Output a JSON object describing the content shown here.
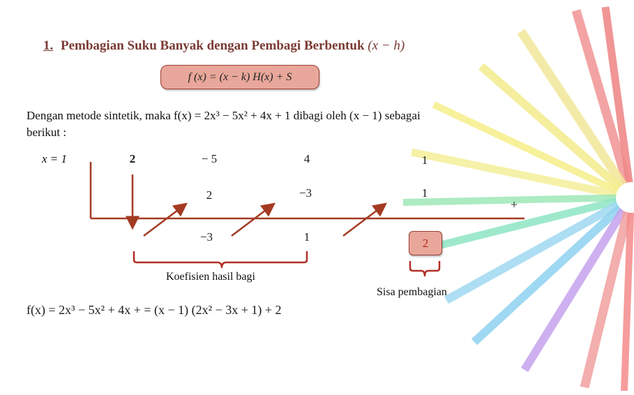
{
  "heading": {
    "number": "1.",
    "text": "Pembagian Suku Banyak dengan Pembagi Berbentuk",
    "divisor_form": "(x − h)"
  },
  "formula_box": "f (x) = (x − k)  H(x) + S",
  "description": {
    "line1": "Dengan metode sintetik, maka f(x) = 2x³ − 5x² + 4x + 1 dibagi oleh (x − 1) sebagai",
    "line2": "berikut :"
  },
  "synthetic": {
    "divisor_label": "x = 1",
    "row1": [
      "2",
      "− 5",
      "4",
      "1"
    ],
    "row2": [
      "2",
      "−3",
      "1"
    ],
    "row3": [
      "−3",
      "1"
    ],
    "plus_sign": "+",
    "remainder": "2",
    "quotient_label": "Koefisien hasil bagi",
    "remainder_label": "Sisa pembagian"
  },
  "result": "f(x) = 2x³ − 5x² + 4x +  = (x − 1) (2x² − 3x + 1) + 2",
  "colors": {
    "heading": "#7a3b34",
    "line": "#a33a22",
    "box_fill": "#e8a79a",
    "remainder_text": "#b5261b"
  }
}
